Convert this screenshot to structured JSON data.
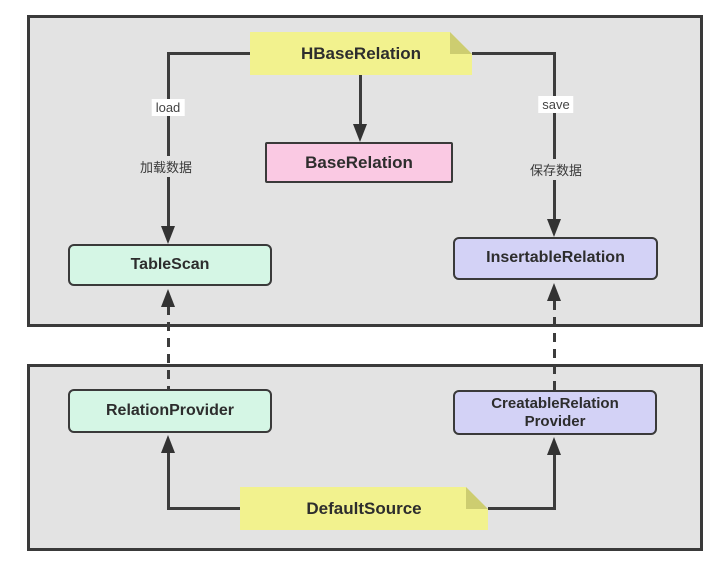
{
  "diagram": {
    "nodes": {
      "hbase_relation": "HBaseRelation",
      "base_relation": "BaseRelation",
      "table_scan": "TableScan",
      "insertable_relation": "InsertableRelation",
      "relation_provider": "RelationProvider",
      "creatable_relation_provider": "CreatableRelation Provider",
      "default_source": "DefaultSource"
    },
    "edge_labels": {
      "load": "load",
      "load_zh": "加载数据",
      "save": "save",
      "save_zh": "保存数据"
    },
    "colors": {
      "sticky_note": "#f2f28e",
      "sticky_fold": "#cdcd70",
      "pink_node": "#fac9e3",
      "mint_node": "#d5f6e5",
      "lavender_node": "#d3d2f6",
      "container_fill": "#e3e3e3",
      "border": "#3a3a3a",
      "line": "#3c3c3c"
    }
  }
}
